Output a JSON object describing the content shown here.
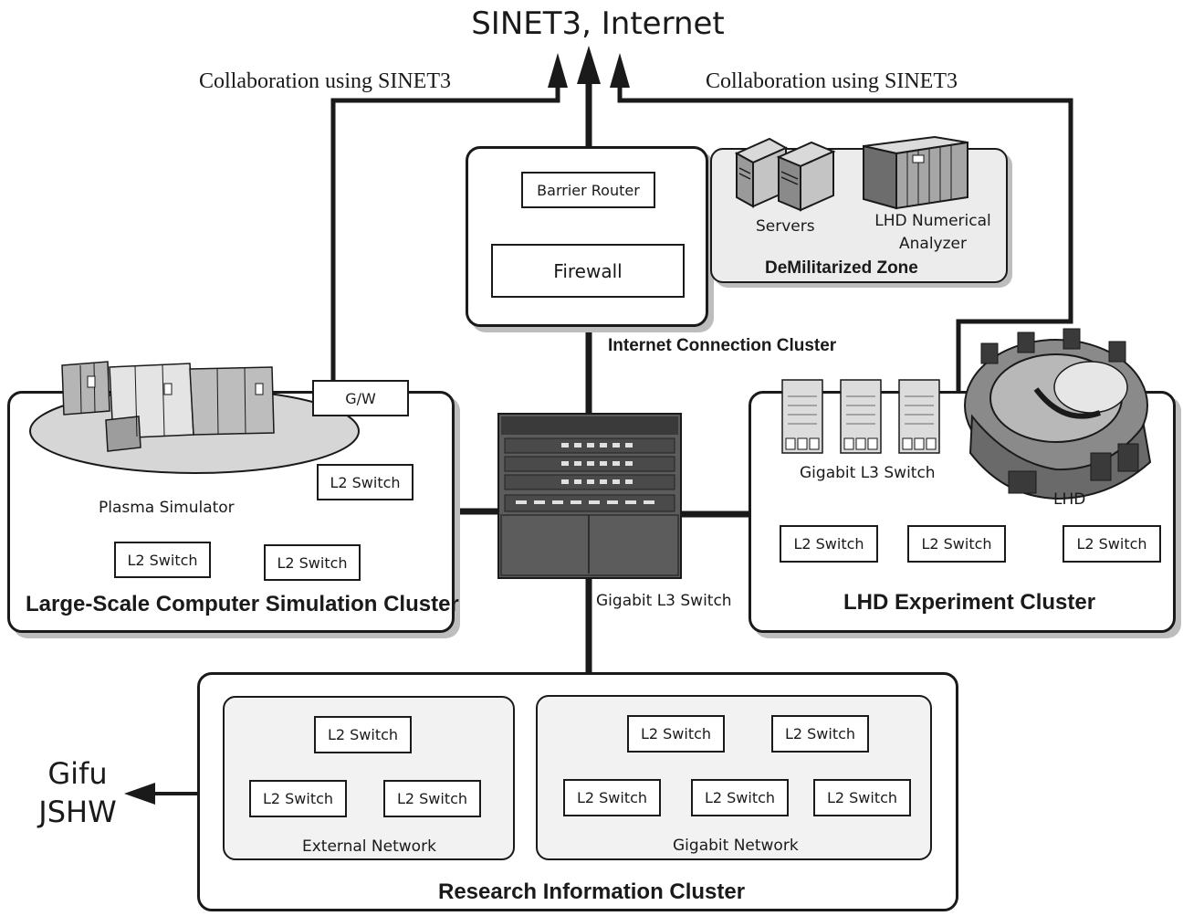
{
  "top": {
    "title": "SINET3,  Internet"
  },
  "collab": {
    "left": "Collaboration using SINET3",
    "right": "Collaboration using SINET3"
  },
  "internet_cluster": {
    "barrier_router": "Barrier Router",
    "firewall": "Firewall",
    "label": "Internet Connection Cluster"
  },
  "dmz": {
    "servers": "Servers",
    "analyzer_line1": "LHD Numerical",
    "analyzer_line2": "Analyzer",
    "label": "DeMilitarized Zone"
  },
  "simulation_cluster": {
    "gw": "G/W",
    "plasma": "Plasma Simulator",
    "switch_1": "L2 Switch",
    "switch_2": "L2 Switch",
    "switch_3": "L2 Switch",
    "label": "Large-Scale Computer Simulation Cluster"
  },
  "center_switch": {
    "label": "Gigabit L3 Switch"
  },
  "lhd_cluster": {
    "l3_label": "Gigabit L3 Switch",
    "lhd": "LHD",
    "switch_1": "L2 Switch",
    "switch_2": "L2 Switch",
    "switch_3": "L2 Switch",
    "label": "LHD Experiment Cluster"
  },
  "research_cluster": {
    "external": {
      "switch_1": "L2 Switch",
      "switch_2": "L2 Switch",
      "switch_3": "L2 Switch",
      "label": "External Network"
    },
    "gigabit": {
      "switch_1": "L2 Switch",
      "switch_2": "L2 Switch",
      "switch_3": "L2 Switch",
      "switch_4": "L2 Switch",
      "switch_5": "L2 Switch",
      "label": "Gigabit Network"
    },
    "label": "Research Information Cluster"
  },
  "gifu": {
    "line1": "Gifu",
    "line2": "JSHW"
  },
  "colors": {
    "line": "#1a1a1a",
    "shadow": "#bdbdbd",
    "panel": "#f2f2f2"
  }
}
